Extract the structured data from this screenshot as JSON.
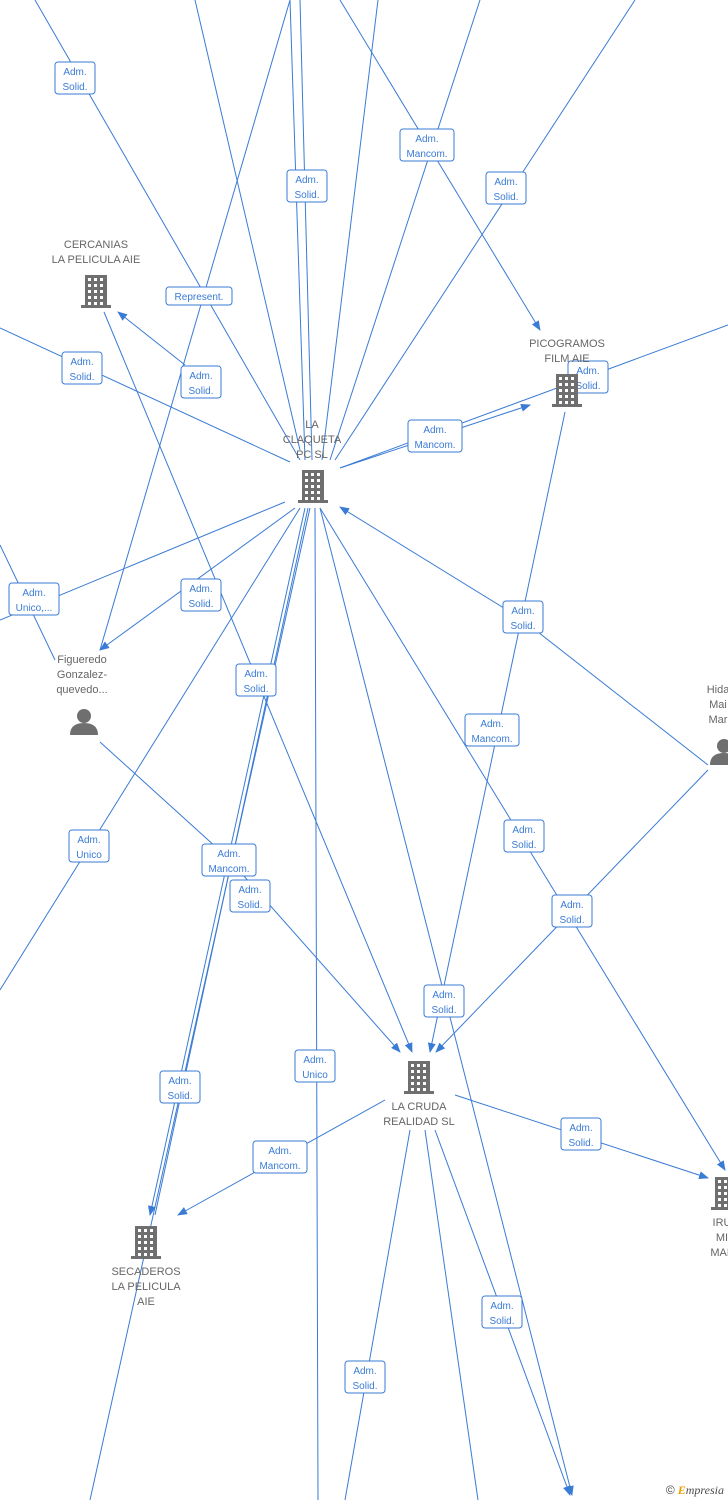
{
  "nodes": {
    "laclaqueta": {
      "lines": [
        "LA",
        "CLAQUETA",
        "PC SL"
      ],
      "type": "company"
    },
    "cercanias": {
      "lines": [
        "CERCANIAS",
        "LA PELICULA AIE"
      ],
      "type": "company"
    },
    "picogramos": {
      "lines": [
        "PICOGRAMOS",
        "FILM AIE"
      ],
      "type": "company"
    },
    "figueredo": {
      "lines": [
        "Figueredo",
        "Gonzalez-",
        "quevedo..."
      ],
      "type": "person"
    },
    "hidalgo": {
      "lines": [
        "Hida",
        "Mai",
        "Mar"
      ],
      "type": "person"
    },
    "lacruda": {
      "lines": [
        "LA CRUDA",
        "REALIDAD  SL"
      ],
      "type": "company"
    },
    "secaderos": {
      "lines": [
        "SECADEROS",
        "LA PELICULA",
        "AIE"
      ],
      "type": "company"
    },
    "irumi": {
      "lines": [
        "IRU",
        "MI",
        "MAF"
      ],
      "type": "company"
    }
  },
  "edge_labels": [
    {
      "id": "e1",
      "lines": [
        "Adm.",
        "Solid."
      ]
    },
    {
      "id": "e2",
      "lines": [
        "Adm.",
        "Solid."
      ]
    },
    {
      "id": "e3",
      "lines": [
        "Adm.",
        "Mancom."
      ]
    },
    {
      "id": "e4",
      "lines": [
        "Adm.",
        "Solid."
      ]
    },
    {
      "id": "e5",
      "lines": [
        "Represent."
      ]
    },
    {
      "id": "e6",
      "lines": [
        "Adm.",
        "Solid."
      ]
    },
    {
      "id": "e7",
      "lines": [
        "Adm.",
        "Solid."
      ]
    },
    {
      "id": "e8",
      "lines": [
        "Adm.",
        "Solid."
      ]
    },
    {
      "id": "e9",
      "lines": [
        "Adm.",
        "Mancom."
      ]
    },
    {
      "id": "e10",
      "lines": [
        "Adm.",
        "Unico,..."
      ]
    },
    {
      "id": "e11",
      "lines": [
        "Adm.",
        "Solid."
      ]
    },
    {
      "id": "e12",
      "lines": [
        "Adm.",
        "Solid."
      ]
    },
    {
      "id": "e13",
      "lines": [
        "Adm.",
        "Solid."
      ]
    },
    {
      "id": "e14",
      "lines": [
        "Adm.",
        "Mancom."
      ]
    },
    {
      "id": "e15",
      "lines": [
        "Adm.",
        "Unico"
      ]
    },
    {
      "id": "e16",
      "lines": [
        "Adm.",
        "Mancom."
      ]
    },
    {
      "id": "e17",
      "lines": [
        "Adm.",
        "Solid."
      ]
    },
    {
      "id": "e18",
      "lines": [
        "Adm.",
        "Solid."
      ]
    },
    {
      "id": "e19",
      "lines": [
        "Adm.",
        "Solid."
      ]
    },
    {
      "id": "e20",
      "lines": [
        "Adm.",
        "Solid."
      ]
    },
    {
      "id": "e21",
      "lines": [
        "Adm.",
        "Unico"
      ]
    },
    {
      "id": "e22",
      "lines": [
        "Adm.",
        "Solid."
      ]
    },
    {
      "id": "e23",
      "lines": [
        "Adm.",
        "Mancom."
      ]
    },
    {
      "id": "e24",
      "lines": [
        "Adm.",
        "Solid."
      ]
    },
    {
      "id": "e25",
      "lines": [
        "Adm.",
        "Solid."
      ]
    },
    {
      "id": "e26",
      "lines": [
        "Adm.",
        "Solid."
      ]
    }
  ],
  "watermark": {
    "symbol": "©",
    "brand_initial": "E",
    "brand_rest": "mpresia"
  },
  "colors": {
    "edge": "#3a7bd5",
    "node_icon": "#6f6f6f",
    "node_text": "#666666",
    "brand": "#e8a000"
  }
}
